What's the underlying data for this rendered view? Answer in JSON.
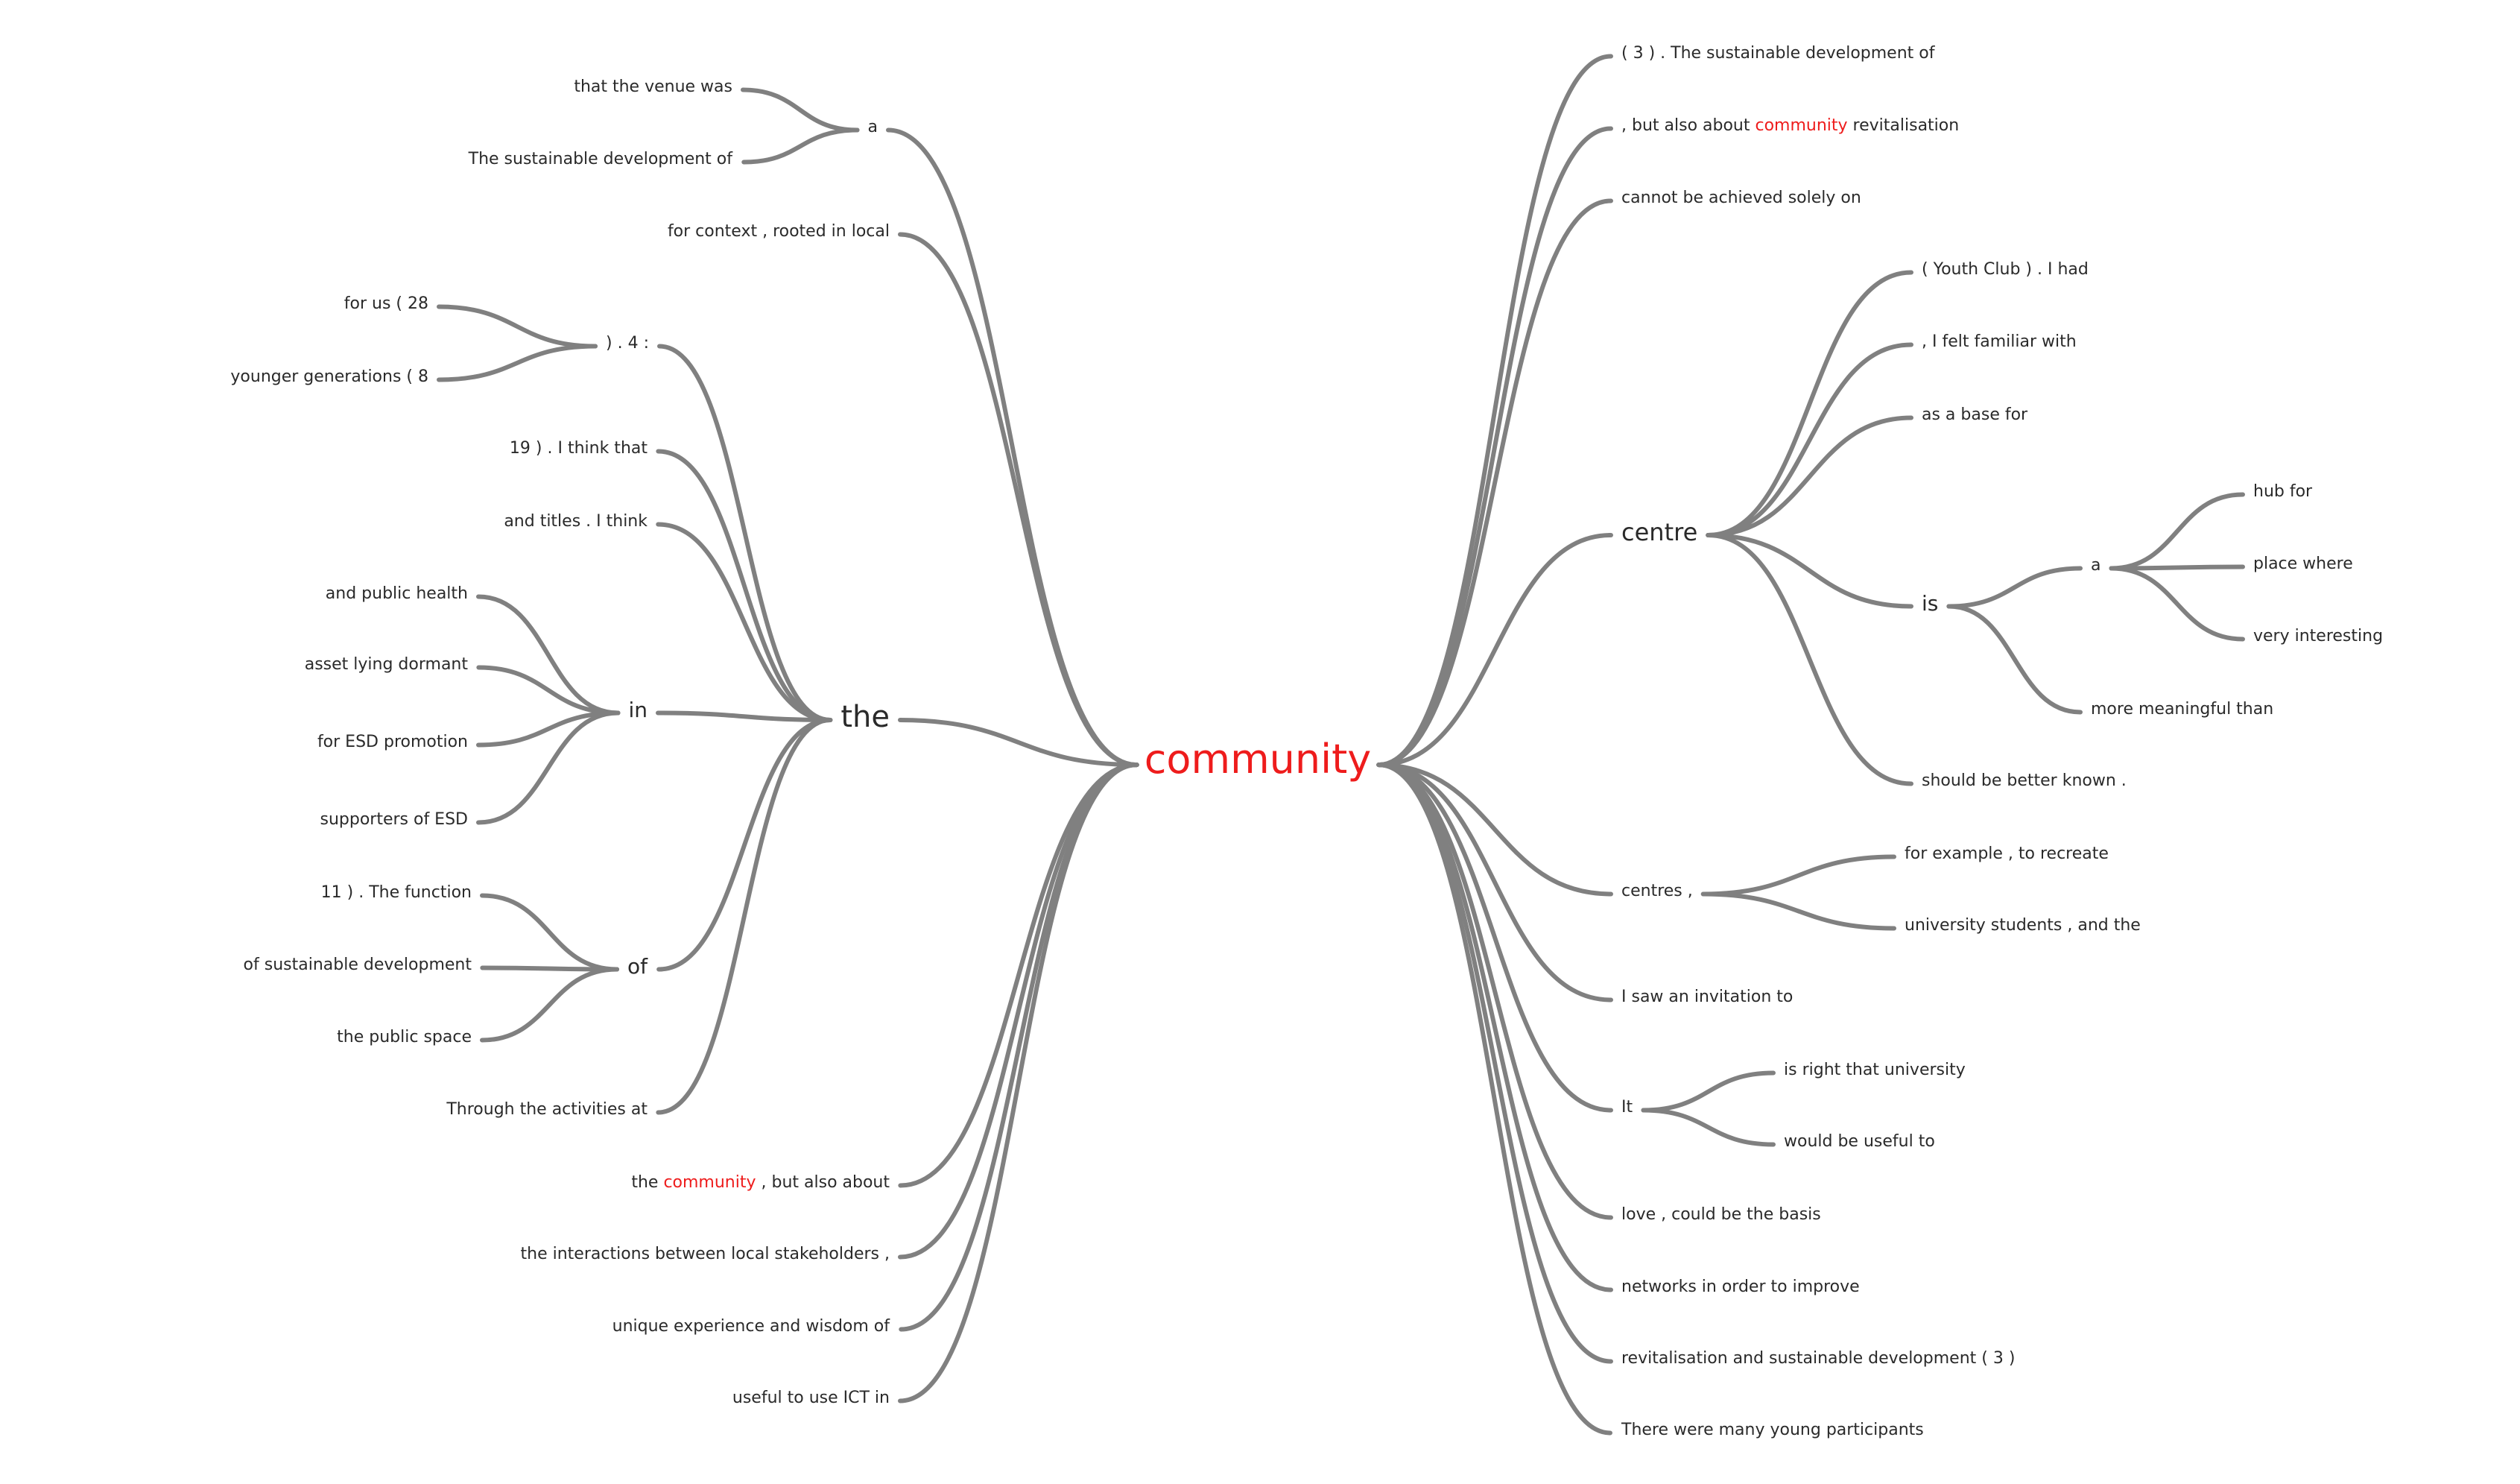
{
  "colors": {
    "highlight": "#ee1c1c",
    "text": "#2a2a2a",
    "connector": "#808080",
    "background": "#ffffff"
  },
  "root": {
    "segments": [
      {
        "text": "community",
        "highlight": true
      }
    ],
    "left": [
      {
        "segments": [
          {
            "text": "a"
          }
        ],
        "children": [
          {
            "segments": [
              {
                "text": "that the venue was"
              }
            ]
          },
          {
            "segments": [
              {
                "text": "The sustainable development of"
              }
            ]
          }
        ]
      },
      {
        "segments": [
          {
            "text": "for context , rooted in local"
          }
        ]
      },
      {
        "segments": [
          {
            "text": "the"
          }
        ],
        "children": [
          {
            "segments": [
              {
                "text": ") . 4 :"
              }
            ],
            "children": [
              {
                "segments": [
                  {
                    "text": "for us ( 28"
                  }
                ]
              },
              {
                "segments": [
                  {
                    "text": "younger generations ( 8"
                  }
                ]
              }
            ]
          },
          {
            "segments": [
              {
                "text": "19 ) . I think that"
              }
            ]
          },
          {
            "segments": [
              {
                "text": "and titles . I think"
              }
            ]
          },
          {
            "segments": [
              {
                "text": "in"
              }
            ],
            "children": [
              {
                "segments": [
                  {
                    "text": "and public health"
                  }
                ]
              },
              {
                "segments": [
                  {
                    "text": "asset lying dormant"
                  }
                ]
              },
              {
                "segments": [
                  {
                    "text": "for ESD promotion"
                  }
                ]
              },
              {
                "segments": [
                  {
                    "text": "supporters of ESD"
                  }
                ]
              }
            ]
          },
          {
            "segments": [
              {
                "text": "of"
              }
            ],
            "children": [
              {
                "segments": [
                  {
                    "text": "11 ) . The function"
                  }
                ]
              },
              {
                "segments": [
                  {
                    "text": "of sustainable development"
                  }
                ]
              },
              {
                "segments": [
                  {
                    "text": "the public space"
                  }
                ]
              }
            ]
          },
          {
            "segments": [
              {
                "text": "Through the activities at"
              }
            ]
          }
        ]
      },
      {
        "segments": [
          {
            "text": "the "
          },
          {
            "text": "community",
            "highlight": true
          },
          {
            "text": " , but also about"
          }
        ]
      },
      {
        "segments": [
          {
            "text": "the interactions between local stakeholders ,"
          }
        ]
      },
      {
        "segments": [
          {
            "text": "unique experience and wisdom of"
          }
        ]
      },
      {
        "segments": [
          {
            "text": "useful to use ICT in"
          }
        ]
      }
    ],
    "right": [
      {
        "segments": [
          {
            "text": "( 3 ) . The sustainable development of"
          }
        ]
      },
      {
        "segments": [
          {
            "text": ", but also about "
          },
          {
            "text": "community",
            "highlight": true
          },
          {
            "text": " revitalisation"
          }
        ]
      },
      {
        "segments": [
          {
            "text": "cannot be achieved solely on"
          }
        ]
      },
      {
        "segments": [
          {
            "text": "centre"
          }
        ],
        "children": [
          {
            "segments": [
              {
                "text": "( Youth Club ) . I had"
              }
            ]
          },
          {
            "segments": [
              {
                "text": ", I felt familiar with"
              }
            ]
          },
          {
            "segments": [
              {
                "text": "as a base for"
              }
            ]
          },
          {
            "segments": [
              {
                "text": "is"
              }
            ],
            "children": [
              {
                "segments": [
                  {
                    "text": "a"
                  }
                ],
                "children": [
                  {
                    "segments": [
                      {
                        "text": "hub for"
                      }
                    ]
                  },
                  {
                    "segments": [
                      {
                        "text": "place where"
                      }
                    ]
                  },
                  {
                    "segments": [
                      {
                        "text": "very interesting"
                      }
                    ]
                  }
                ]
              },
              {
                "segments": [
                  {
                    "text": "more meaningful than"
                  }
                ]
              }
            ]
          },
          {
            "segments": [
              {
                "text": "should be better known ."
              }
            ]
          }
        ]
      },
      {
        "segments": [
          {
            "text": "centres ,"
          }
        ],
        "children": [
          {
            "segments": [
              {
                "text": "for example , to recreate"
              }
            ]
          },
          {
            "segments": [
              {
                "text": "university students , and the"
              }
            ]
          }
        ]
      },
      {
        "segments": [
          {
            "text": "I saw an invitation to"
          }
        ]
      },
      {
        "segments": [
          {
            "text": "It"
          }
        ],
        "children": [
          {
            "segments": [
              {
                "text": "is right that university"
              }
            ]
          },
          {
            "segments": [
              {
                "text": "would be useful to"
              }
            ]
          }
        ]
      },
      {
        "segments": [
          {
            "text": "love , could be the basis"
          }
        ]
      },
      {
        "segments": [
          {
            "text": "networks in order to improve"
          }
        ]
      },
      {
        "segments": [
          {
            "text": "revitalisation and sustainable development ( 3 )"
          }
        ]
      },
      {
        "segments": [
          {
            "text": "There were many young participants"
          }
        ]
      }
    ]
  }
}
